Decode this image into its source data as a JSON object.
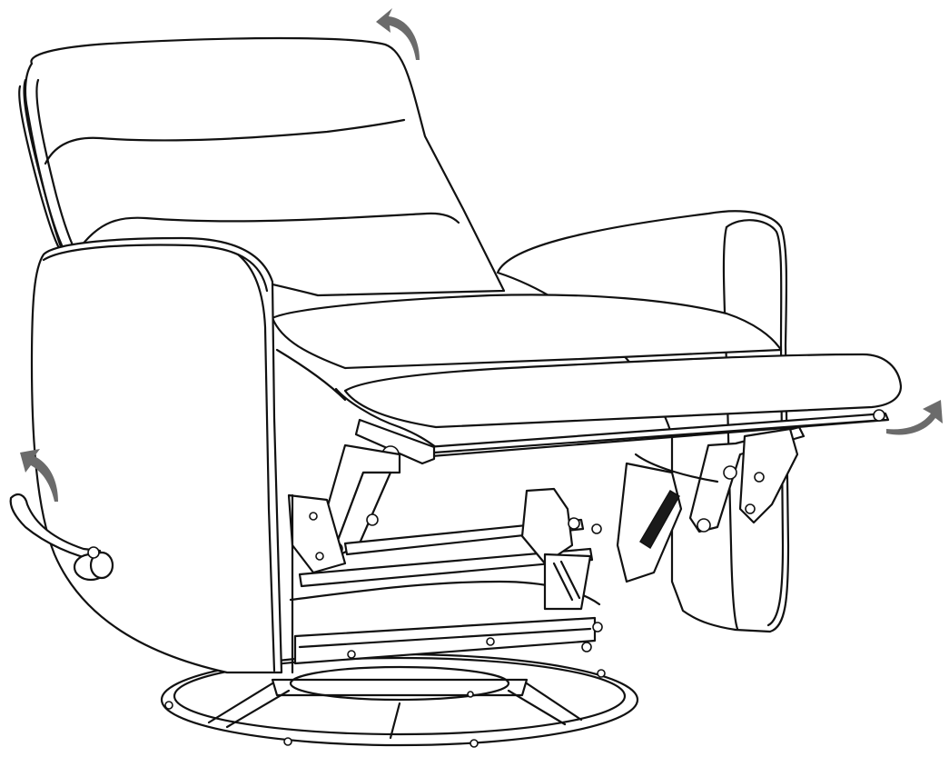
{
  "figure": {
    "subject": "swivel-recliner-chair",
    "state": "reclined",
    "motion_arrows": [
      "headrest-back-arrow",
      "footrest-up-arrow",
      "release-lever-pull-arrow"
    ],
    "colors": {
      "line": "#111111",
      "arrow": "#6b6b6b",
      "background": "#ffffff",
      "handle_grip": "#1a1a1a"
    }
  }
}
